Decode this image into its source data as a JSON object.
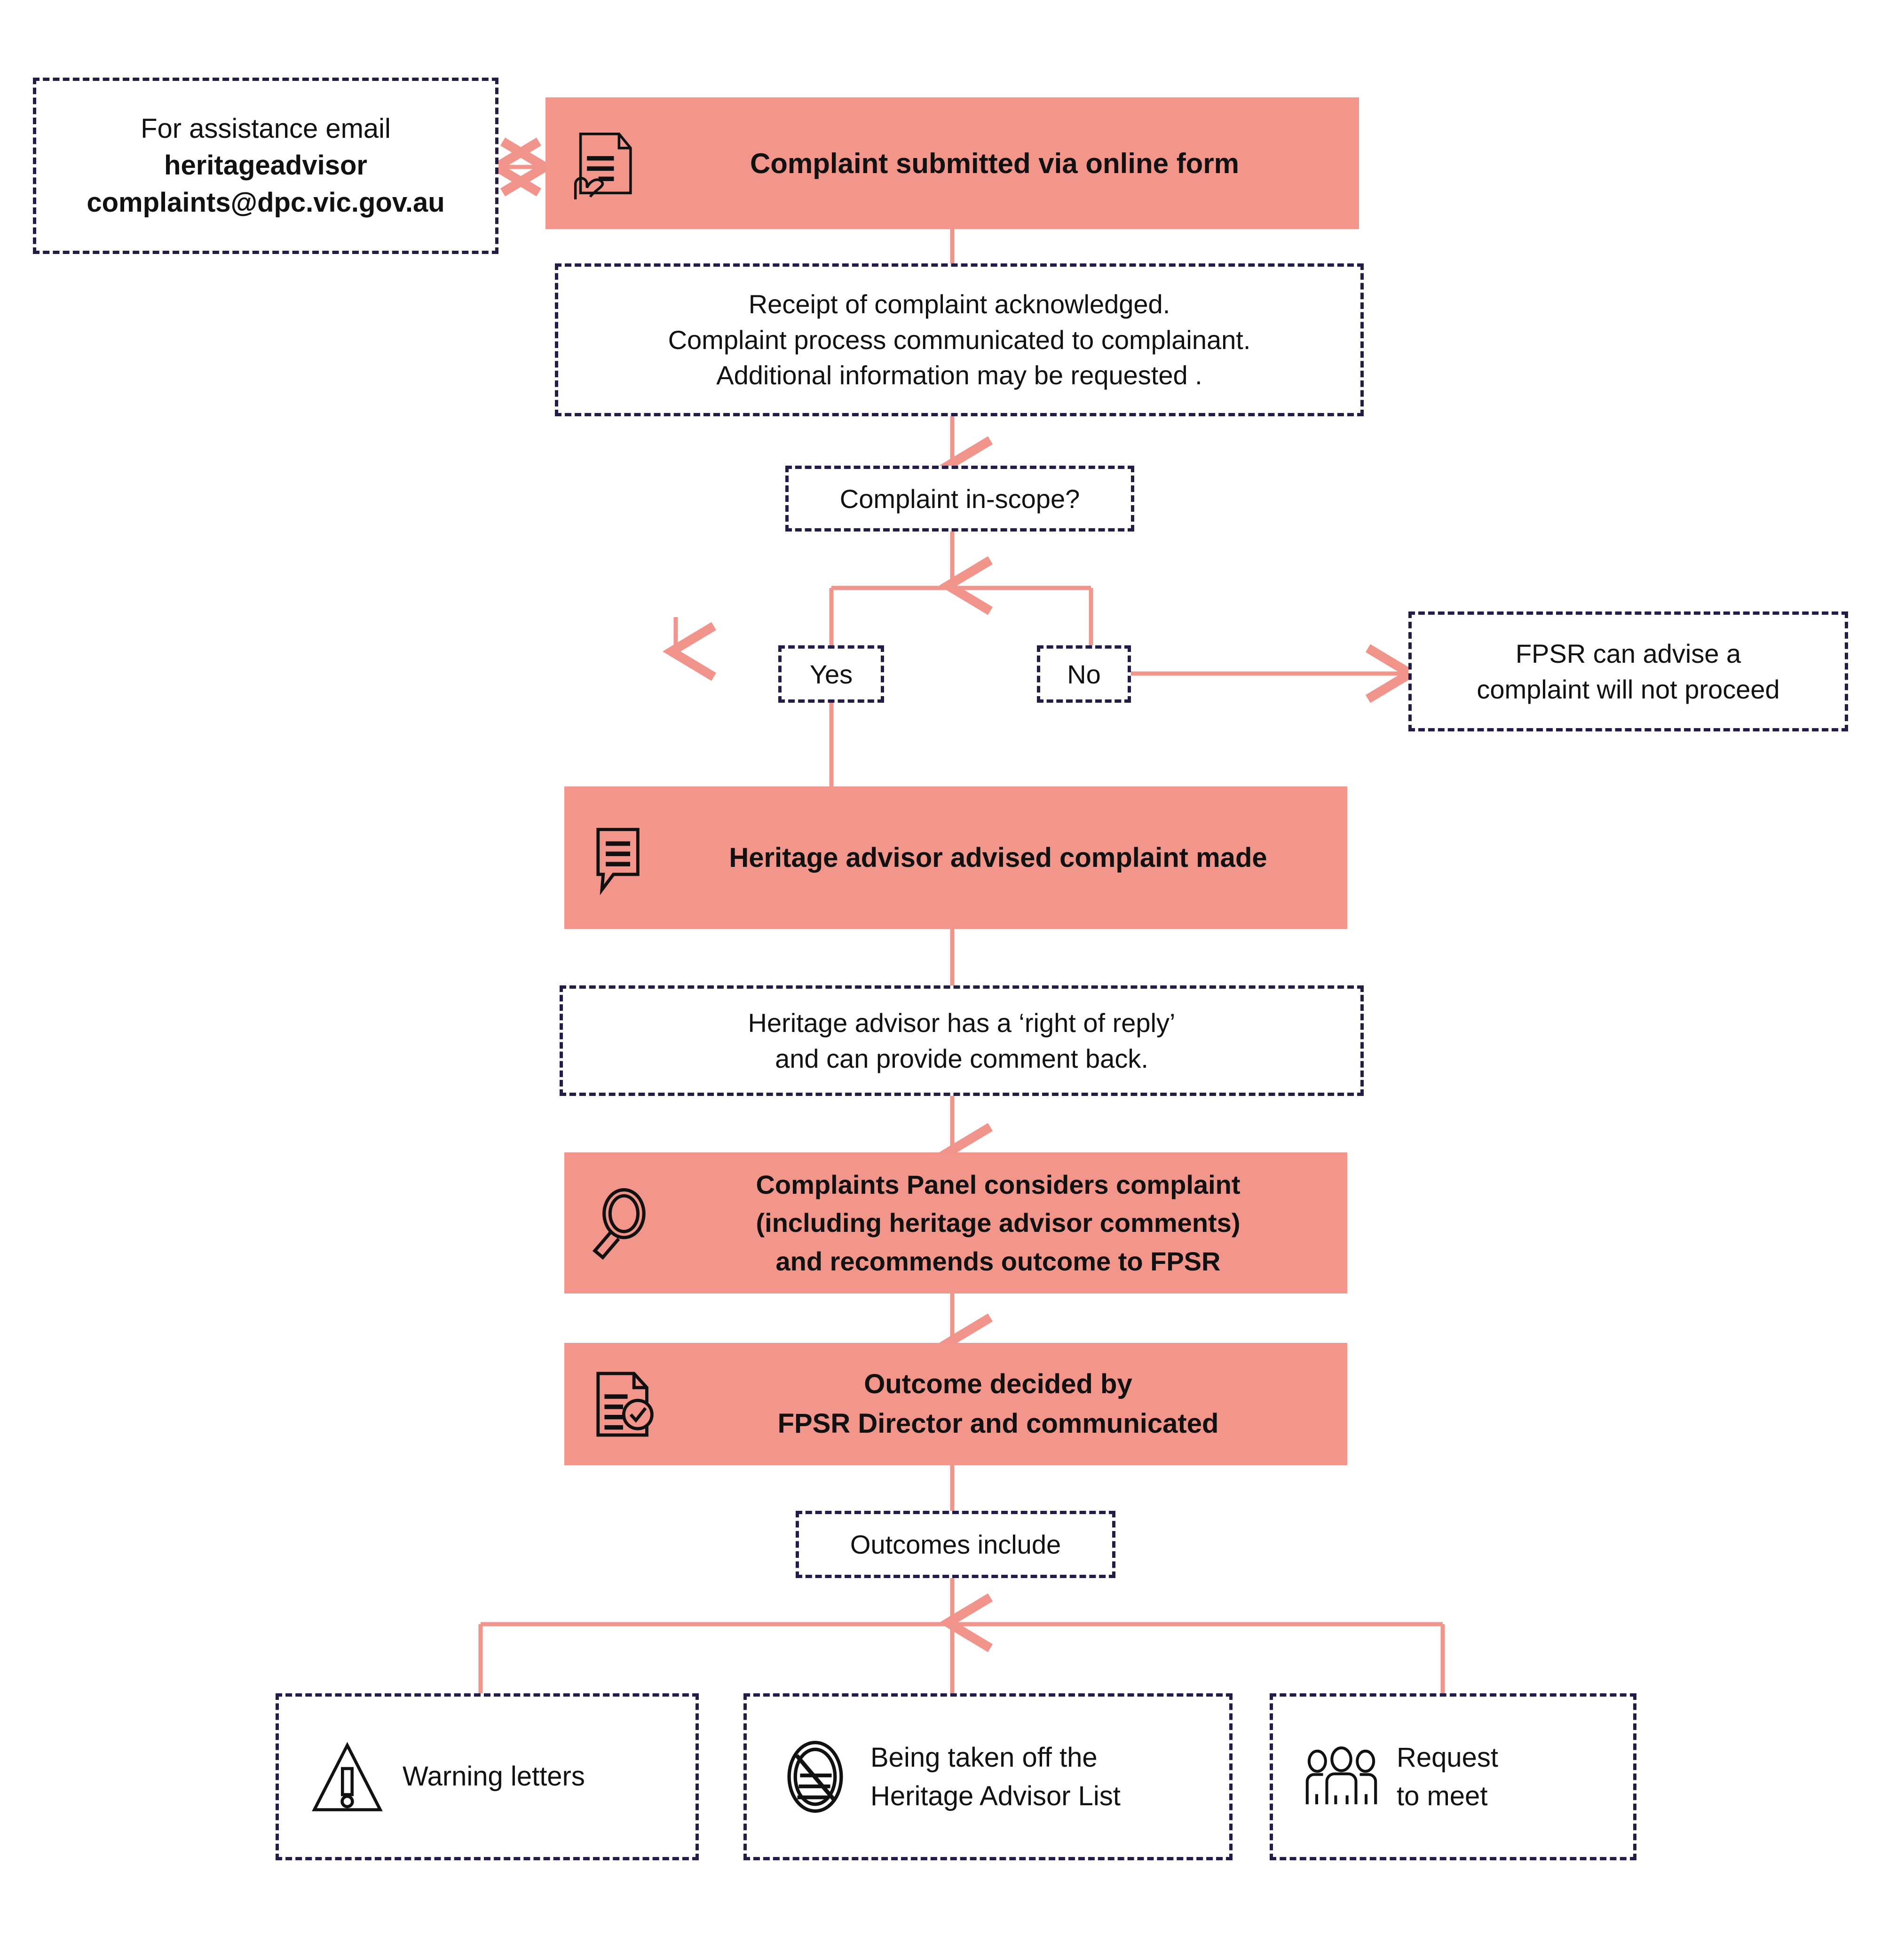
{
  "theme": {
    "accent_pink": "#F2958B",
    "connector_pink": "#F0948C",
    "dashed_navy": "#221C47",
    "text_black": "#111111",
    "background": "#FFFFFF"
  },
  "flow": {
    "assistance_note": {
      "line1": "For assistance email",
      "line2": "heritageadvisor",
      "line3": "complaints@dpc.vic.gov.au",
      "icon": "none"
    },
    "step_submitted": {
      "label": "Complaint submitted via online form",
      "icon": "document-hand-icon"
    },
    "note_acknowledged": {
      "line1": "Receipt of complaint acknowledged.",
      "line2": "Complaint process communicated to complainant.",
      "line3": "Additional information may be requested ."
    },
    "decision": {
      "label": "Complaint in-scope?"
    },
    "branch_yes": {
      "label": "Yes"
    },
    "branch_no": {
      "label": "No"
    },
    "note_not_proceed": {
      "line1": "FPSR can advise a",
      "line2": "complaint will not proceed"
    },
    "step_advisor_advised": {
      "label": "Heritage advisor advised complaint made",
      "icon": "speech-bubble-icon"
    },
    "note_right_of_reply": {
      "line1": "Heritage advisor has a ‘right of reply’",
      "line2": "and can provide comment back."
    },
    "step_panel": {
      "line1": "Complaints Panel considers complaint",
      "line2": "(including heritage advisor comments)",
      "line3": "and recommends outcome to FPSR",
      "icon": "magnifying-glass-icon"
    },
    "step_outcome_decided": {
      "line1": "Outcome decided by",
      "line2": "FPSR Director and communicated",
      "icon": "document-check-icon"
    },
    "note_outcomes_include": {
      "label": "Outcomes include"
    },
    "outcomes": [
      {
        "label": "Warning letters",
        "icon": "warning-triangle-icon",
        "lines": [
          "Warning letters"
        ]
      },
      {
        "label": "Being taken off the Heritage Advisor List",
        "icon": "no-list-icon",
        "lines": [
          "Being taken off the",
          "Heritage Advisor List"
        ]
      },
      {
        "label": "Request to meet",
        "icon": "three-people-icon",
        "lines": [
          "Request",
          "to meet"
        ]
      }
    ]
  }
}
